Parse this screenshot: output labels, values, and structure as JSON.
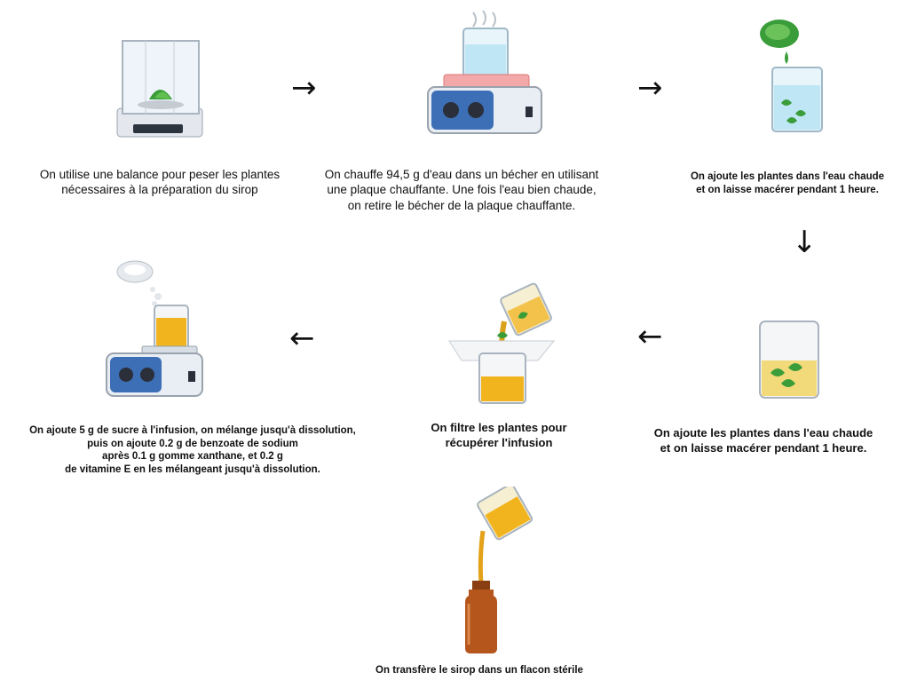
{
  "steps": [
    {
      "id": "weigh",
      "caption": [
        "On utilise une balance pour peser les plantes",
        "nécessaires à la préparation du sirop"
      ]
    },
    {
      "id": "heat",
      "caption": [
        "On chauffe 94,5 g d'eau dans un bécher en utilisant",
        "une plaque chauffante. Une fois l'eau bien chaude,",
        "on retire le bécher de la plaque chauffante."
      ]
    },
    {
      "id": "add-plants",
      "caption": [
        "On ajoute les plantes dans l'eau chaude",
        "et on laisse macérer pendant 1 heure."
      ]
    },
    {
      "id": "macerate",
      "caption": [
        "On ajoute les plantes dans l'eau chaude",
        "et on laisse macérer pendant 1 heure."
      ]
    },
    {
      "id": "filter",
      "caption": [
        "On filtre les plantes pour",
        "récupérer l'infusion"
      ]
    },
    {
      "id": "mix",
      "caption": [
        "On ajoute 5 g de sucre à l'infusion, on mélange jusqu'à dissolution,",
        "puis on ajoute 0.2 g de benzoate de sodium",
        "après 0.1 g gomme xanthane, et 0.2 g",
        "de vitamine E en les mélangeant jusqu'à dissolution."
      ]
    },
    {
      "id": "bottle",
      "caption": [
        "On transfère le sirop dans un flacon stérile"
      ]
    }
  ],
  "arrows": {
    "right": "→",
    "down": "↓",
    "left": "←"
  },
  "colors": {
    "water": "#bfe6f5",
    "syrup": "#f2b41e",
    "hotplate": "#e8eef4",
    "knob": "#2a2f3a",
    "leaf": "#3a9d3a",
    "bottle": "#b5561c"
  }
}
